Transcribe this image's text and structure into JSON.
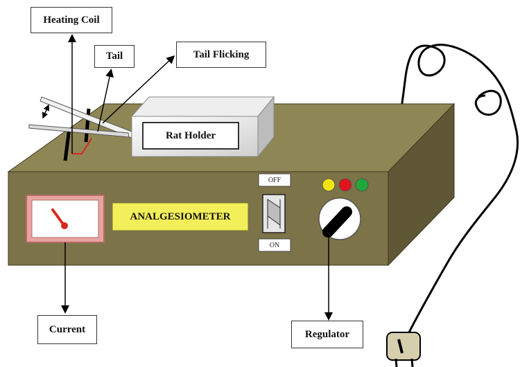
{
  "labels": {
    "heating_coil": "Heating Coil",
    "tail": "Tail",
    "tail_flicking": "Tail Flicking",
    "rat_holder": "Rat Holder",
    "current": "Current",
    "regulator": "Regulator"
  },
  "panel": {
    "device_name": "ANALGESIOMETER",
    "switch_off": "OFF",
    "switch_on": "ON"
  },
  "colors": {
    "box_front": "#7d7348",
    "box_top": "#8f8656",
    "box_side": "#5f5735",
    "name_plate": "#f3ef5a",
    "meter_frame": "#e7a3a0",
    "needle": "#d42a1e",
    "indicator_yellow": "#f2e30b",
    "indicator_red": "#e0151b",
    "indicator_green": "#1fa93b"
  },
  "icons": [
    "meter-needle-icon",
    "toggle-switch-icon",
    "regulator-knob-icon",
    "power-plug-icon"
  ]
}
